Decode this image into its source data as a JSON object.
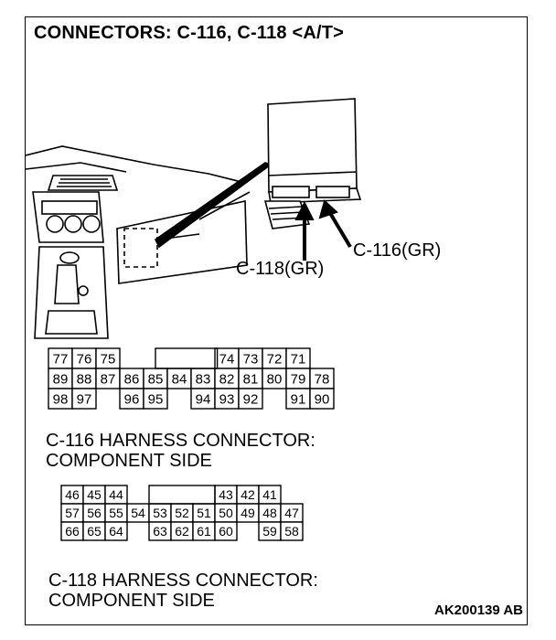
{
  "title": "CONNECTORS: C-116, C-118 <A/T>",
  "callouts": {
    "c116": "C-116(GR)",
    "c118": "C-118(GR)"
  },
  "connector_c116": {
    "rows": [
      [
        "77",
        "76",
        "75",
        "",
        "",
        "",
        "",
        "74",
        "73",
        "72",
        "71"
      ],
      [
        "89",
        "88",
        "87",
        "86",
        "85",
        "84",
        "83",
        "82",
        "81",
        "80",
        "79",
        "78"
      ],
      [
        "98",
        "97",
        "",
        "96",
        "95",
        "",
        "94",
        "93",
        "92",
        "",
        "91",
        "90"
      ]
    ],
    "caption_line1": "C-116 HARNESS CONNECTOR:",
    "caption_line2": "COMPONENT SIDE"
  },
  "connector_c118": {
    "rows": [
      [
        "46",
        "45",
        "44",
        "",
        "",
        "",
        "",
        "43",
        "42",
        "41"
      ],
      [
        "57",
        "56",
        "55",
        "54",
        "53",
        "52",
        "51",
        "50",
        "49",
        "48",
        "47"
      ],
      [
        "66",
        "65",
        "64",
        "",
        "63",
        "62",
        "61",
        "60",
        "",
        "59",
        "58"
      ]
    ],
    "caption_line1": "C-118 HARNESS CONNECTOR:",
    "caption_line2": "COMPONENT SIDE"
  },
  "figure_code": "AK200139 AB"
}
